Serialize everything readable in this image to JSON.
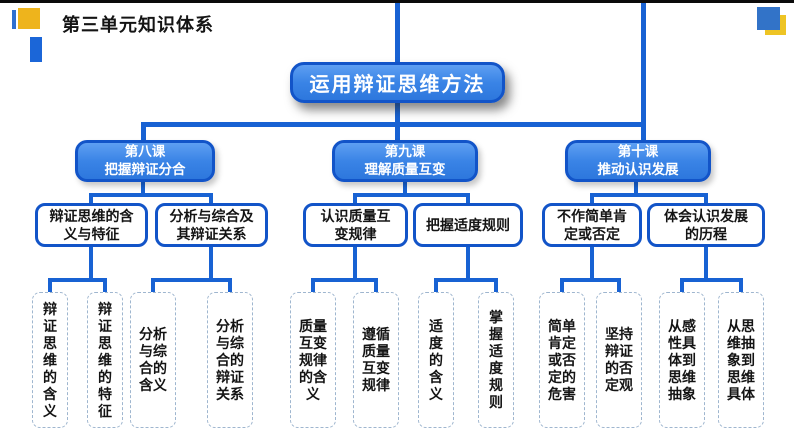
{
  "header": {
    "title": "第三单元知识体系"
  },
  "root": {
    "label": "运用辩证思维方法"
  },
  "courses": [
    {
      "title": "第八课",
      "subtitle": "把握辩证分合"
    },
    {
      "title": "第九课",
      "subtitle": "理解质量互变"
    },
    {
      "title": "第十课",
      "subtitle": "推动认识发展"
    }
  ],
  "topics": [
    "辩证思维的含义与特征",
    "分析与综合及其辩证关系",
    "认识质量互变规律",
    "把握适度规则",
    "不作简单肯定或否定",
    "体会认识发展的历程"
  ],
  "details": [
    "辩证思维的含义",
    "辩证思维的特征",
    "分析与综合的含义",
    "分析与综合的辩证关系",
    "质量互变规律的含义",
    "遵循质量互变规律",
    "适度的含义",
    "掌握适度规则",
    "简单肯定或否定的危害",
    "坚持辩证的否定观",
    "从感性具体到思维抽象",
    "从思维抽象到思维具体"
  ],
  "colors": {
    "connector_blue": "#1862d3",
    "box_border_blue": "#1254c8",
    "box_fill_blue": "#3a84e6",
    "accent_yellow": "#eeb41c",
    "dashed_border": "#9fb6cf"
  }
}
